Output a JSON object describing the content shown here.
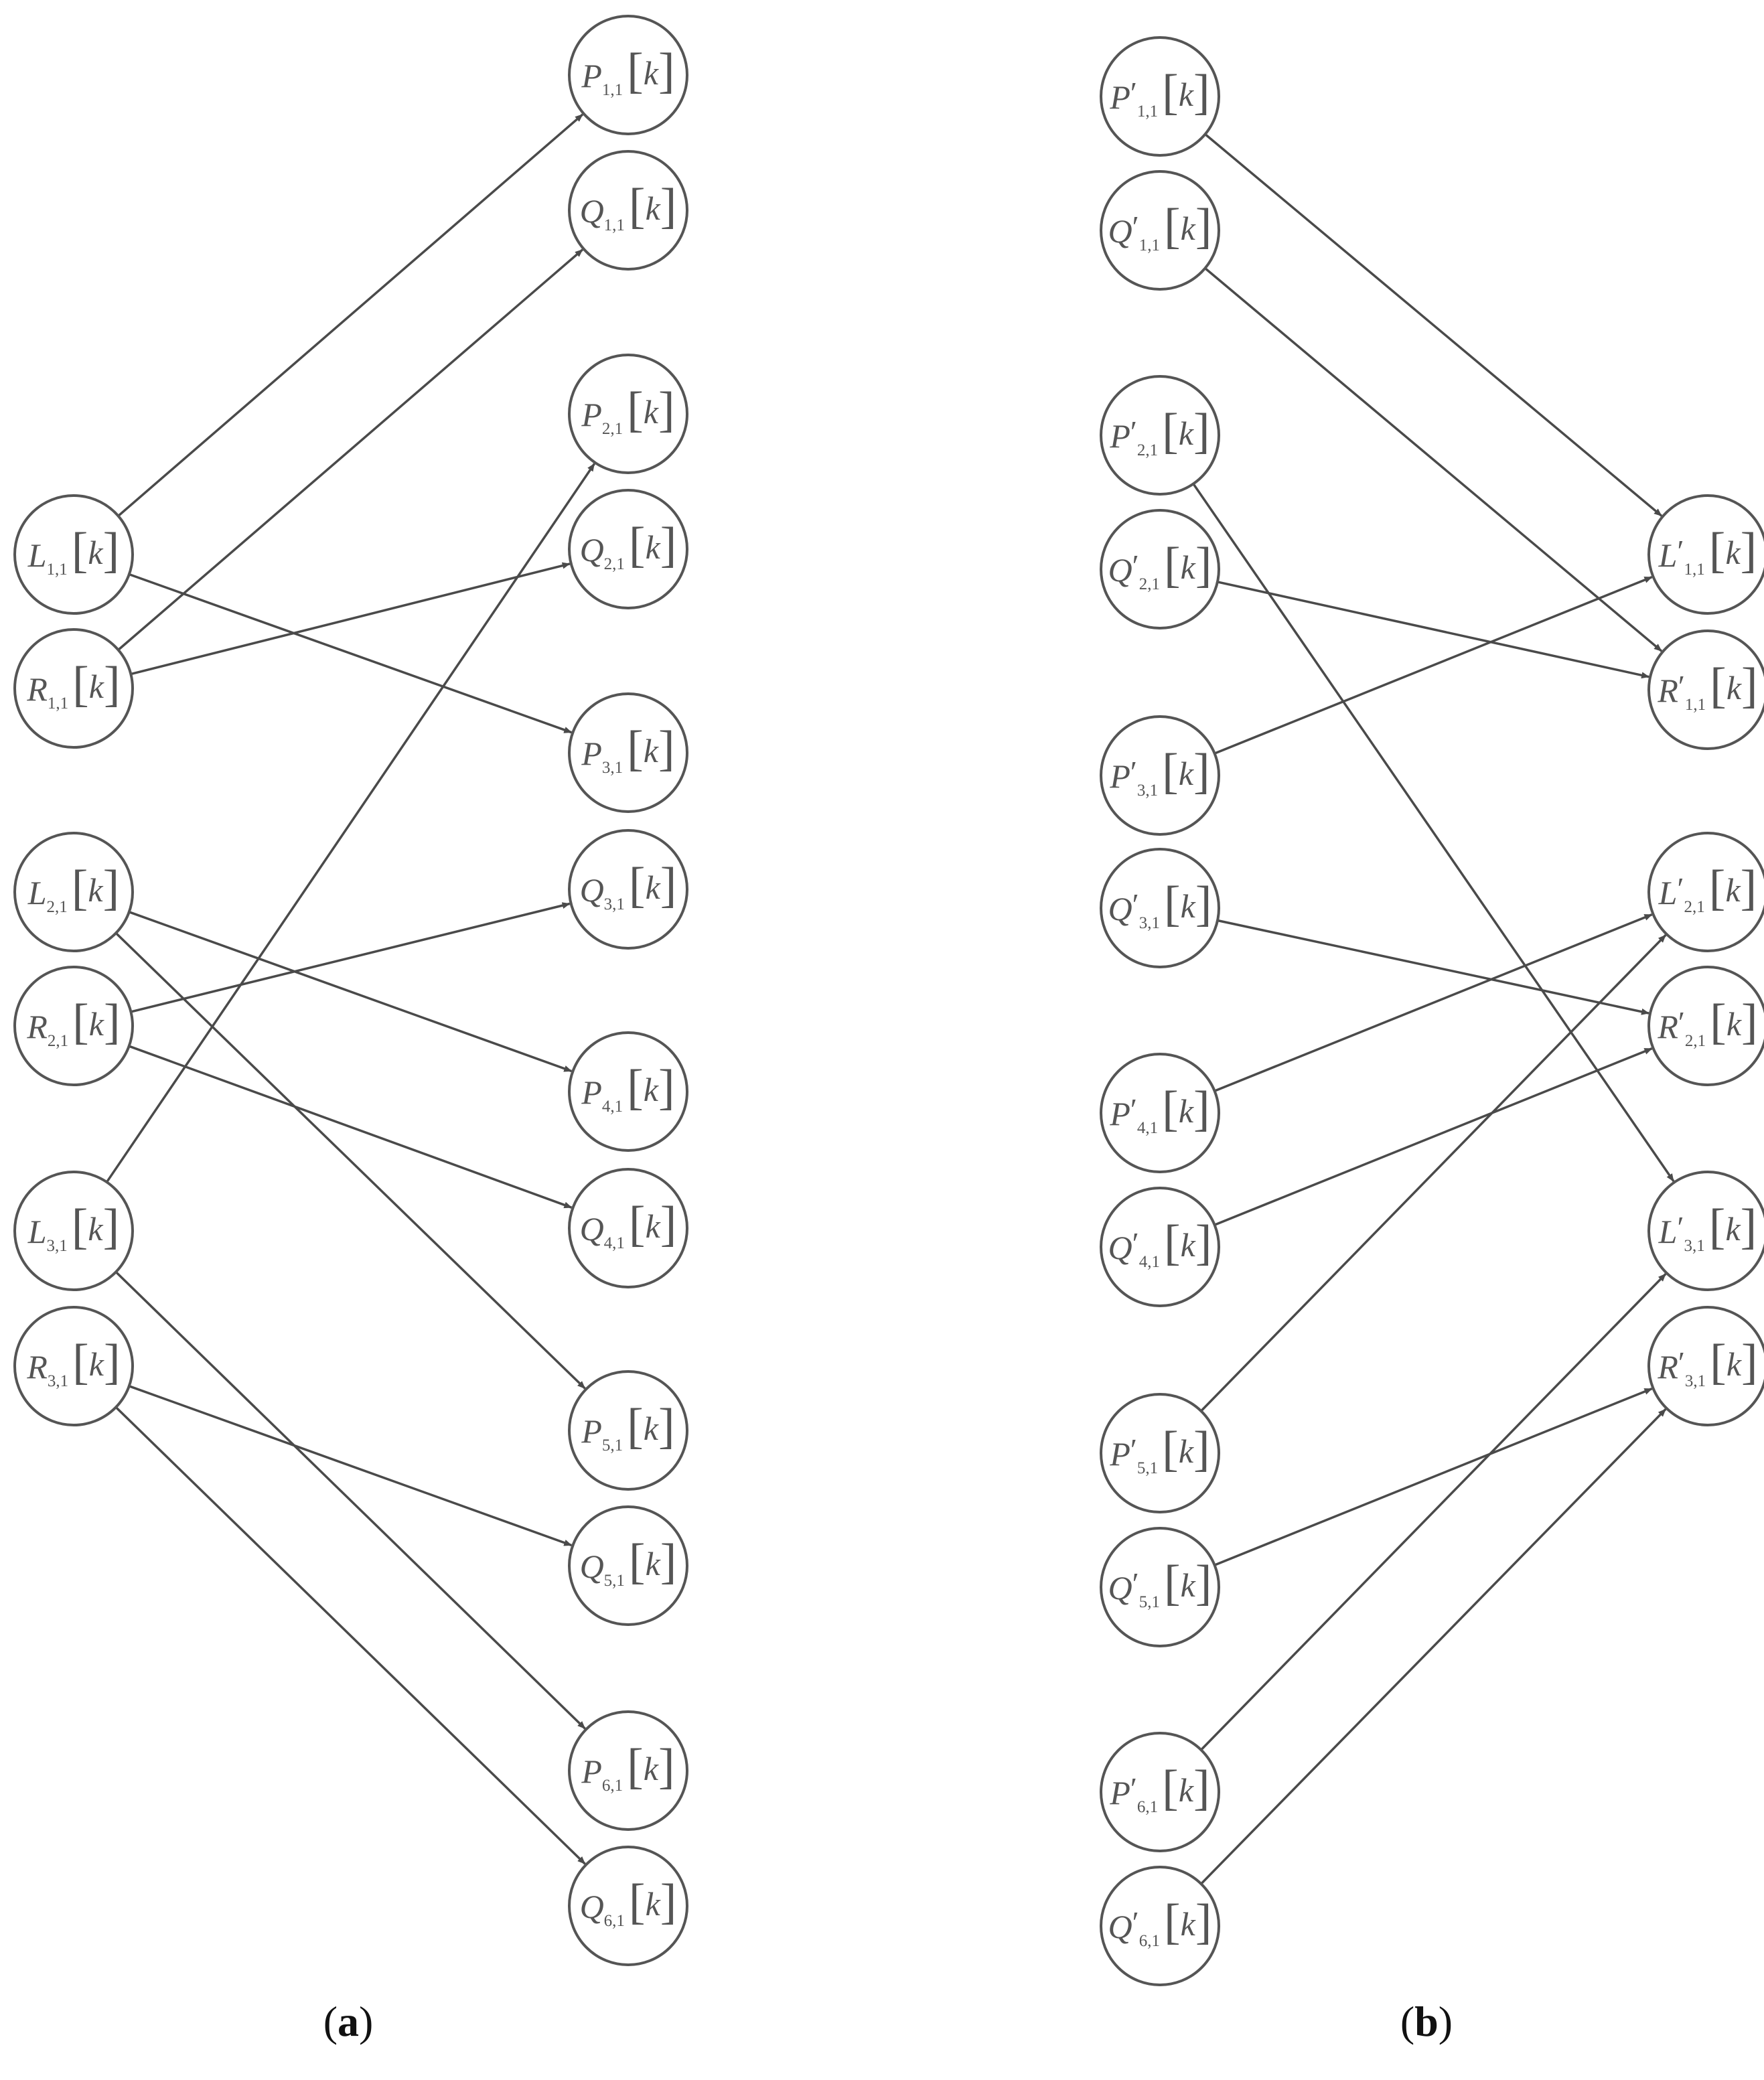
{
  "panels": [
    {
      "id": "a",
      "caption": "a",
      "nodes": [
        {
          "id": "L11",
          "letter": "L",
          "prime": false,
          "sub": "1,1"
        },
        {
          "id": "R11",
          "letter": "R",
          "prime": false,
          "sub": "1,1"
        },
        {
          "id": "L21",
          "letter": "L",
          "prime": false,
          "sub": "2,1"
        },
        {
          "id": "R21",
          "letter": "R",
          "prime": false,
          "sub": "2,1"
        },
        {
          "id": "L31",
          "letter": "L",
          "prime": false,
          "sub": "3,1"
        },
        {
          "id": "R31",
          "letter": "R",
          "prime": false,
          "sub": "3,1"
        },
        {
          "id": "P11",
          "letter": "P",
          "prime": false,
          "sub": "1,1"
        },
        {
          "id": "Q11",
          "letter": "Q",
          "prime": false,
          "sub": "1,1"
        },
        {
          "id": "P21",
          "letter": "P",
          "prime": false,
          "sub": "2,1"
        },
        {
          "id": "Q21",
          "letter": "Q",
          "prime": false,
          "sub": "2,1"
        },
        {
          "id": "P31",
          "letter": "P",
          "prime": false,
          "sub": "3,1"
        },
        {
          "id": "Q31",
          "letter": "Q",
          "prime": false,
          "sub": "3,1"
        },
        {
          "id": "P41",
          "letter": "P",
          "prime": false,
          "sub": "4,1"
        },
        {
          "id": "Q41",
          "letter": "Q",
          "prime": false,
          "sub": "4,1"
        },
        {
          "id": "P51",
          "letter": "P",
          "prime": false,
          "sub": "5,1"
        },
        {
          "id": "Q51",
          "letter": "Q",
          "prime": false,
          "sub": "5,1"
        },
        {
          "id": "P61",
          "letter": "P",
          "prime": false,
          "sub": "6,1"
        },
        {
          "id": "Q61",
          "letter": "Q",
          "prime": false,
          "sub": "6,1"
        }
      ],
      "edges": [
        {
          "from": "L11",
          "to": "P11"
        },
        {
          "from": "L11",
          "to": "P31"
        },
        {
          "from": "R11",
          "to": "Q11"
        },
        {
          "from": "R11",
          "to": "Q21"
        },
        {
          "from": "L21",
          "to": "P41"
        },
        {
          "from": "L21",
          "to": "P51"
        },
        {
          "from": "R21",
          "to": "Q31"
        },
        {
          "from": "R21",
          "to": "Q41"
        },
        {
          "from": "L31",
          "to": "P21"
        },
        {
          "from": "L31",
          "to": "P61"
        },
        {
          "from": "R31",
          "to": "Q51"
        },
        {
          "from": "R31",
          "to": "Q61"
        }
      ]
    },
    {
      "id": "b",
      "caption": "b",
      "nodes": [
        {
          "id": "Pp11",
          "letter": "P",
          "prime": true,
          "sub": "1,1"
        },
        {
          "id": "Qp11",
          "letter": "Q",
          "prime": true,
          "sub": "1,1"
        },
        {
          "id": "Pp21",
          "letter": "P",
          "prime": true,
          "sub": "2,1"
        },
        {
          "id": "Qp21",
          "letter": "Q",
          "prime": true,
          "sub": "2,1"
        },
        {
          "id": "Pp31",
          "letter": "P",
          "prime": true,
          "sub": "3,1"
        },
        {
          "id": "Qp31",
          "letter": "Q",
          "prime": true,
          "sub": "3,1"
        },
        {
          "id": "Pp41",
          "letter": "P",
          "prime": true,
          "sub": "4,1"
        },
        {
          "id": "Qp41",
          "letter": "Q",
          "prime": true,
          "sub": "4,1"
        },
        {
          "id": "Pp51",
          "letter": "P",
          "prime": true,
          "sub": "5,1"
        },
        {
          "id": "Qp51",
          "letter": "Q",
          "prime": true,
          "sub": "5,1"
        },
        {
          "id": "Pp61",
          "letter": "P",
          "prime": true,
          "sub": "6,1"
        },
        {
          "id": "Qp61",
          "letter": "Q",
          "prime": true,
          "sub": "6,1"
        },
        {
          "id": "Lp11",
          "letter": "L",
          "prime": true,
          "sub": "1,1"
        },
        {
          "id": "Rp11",
          "letter": "R",
          "prime": true,
          "sub": "1,1"
        },
        {
          "id": "Lp21",
          "letter": "L",
          "prime": true,
          "sub": "2,1"
        },
        {
          "id": "Rp21",
          "letter": "R",
          "prime": true,
          "sub": "2,1"
        },
        {
          "id": "Lp31",
          "letter": "L",
          "prime": true,
          "sub": "3,1"
        },
        {
          "id": "Rp31",
          "letter": "R",
          "prime": true,
          "sub": "3,1"
        }
      ],
      "edges": [
        {
          "from": "Pp11",
          "to": "Lp11"
        },
        {
          "from": "Qp11",
          "to": "Rp11"
        },
        {
          "from": "Pp21",
          "to": "Lp31"
        },
        {
          "from": "Qp21",
          "to": "Rp11"
        },
        {
          "from": "Pp31",
          "to": "Lp11"
        },
        {
          "from": "Qp31",
          "to": "Rp21"
        },
        {
          "from": "Pp41",
          "to": "Lp21"
        },
        {
          "from": "Qp41",
          "to": "Rp21"
        },
        {
          "from": "Pp51",
          "to": "Lp21"
        },
        {
          "from": "Qp51",
          "to": "Rp31"
        },
        {
          "from": "Pp61",
          "to": "Lp31"
        },
        {
          "from": "Qp61",
          "to": "Rp31"
        }
      ]
    }
  ],
  "label_symbols": {
    "bracket_open": "[",
    "bracket_close": "]",
    "index": "k",
    "prime": "′"
  }
}
